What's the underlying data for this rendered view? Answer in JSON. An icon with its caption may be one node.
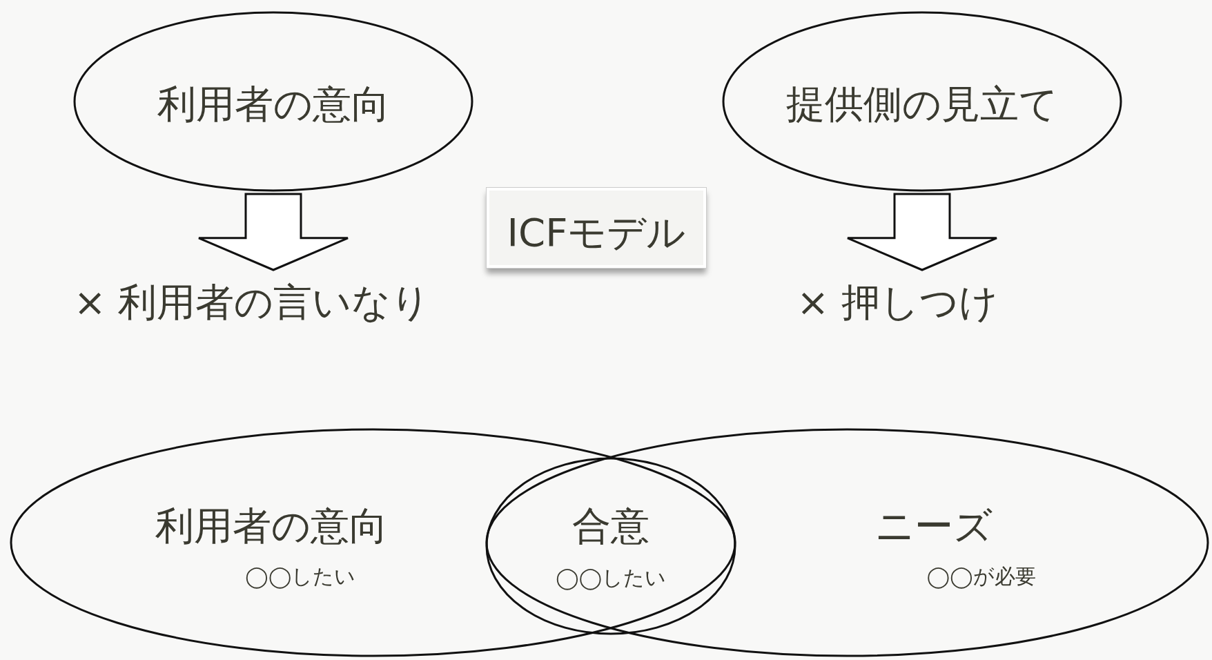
{
  "diagram": {
    "nodes": [
      {
        "text": [
          "利用者の意向"
        ]
      },
      {
        "text": [
          "× 利用者の言いなり"
        ]
      },
      {
        "text": [
          "提供側の見立て"
        ]
      },
      {
        "text": [
          "× 押しつけ"
        ]
      },
      {
        "text": [
          "ICFモデル"
        ]
      },
      {
        "text": [
          "利用者の意向",
          "◯◯したい"
        ]
      },
      {
        "text": [
          "合意",
          "◯◯したい"
        ]
      },
      {
        "text": [
          "ニーズ",
          "◯◯が必要"
        ]
      }
    ],
    "edges": [
      {
        "from": 0,
        "to": 1,
        "arrow": "to"
      },
      {
        "from": 2,
        "to": 3,
        "arrow": "to"
      }
    ]
  }
}
